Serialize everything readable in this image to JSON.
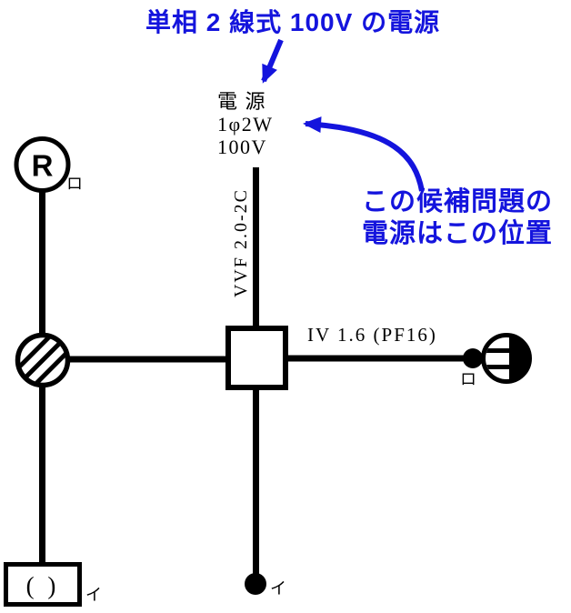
{
  "colors": {
    "blue": "#1414dd",
    "black": "#000000"
  },
  "annotations": {
    "top": "単相 2 線式 100V の電源",
    "side1": "この候補問題の",
    "side2": "電源はこの位置"
  },
  "power_source": {
    "title": "電 源",
    "spec": "1φ2W",
    "voltage": "100V"
  },
  "wiring": {
    "supply_cable": "VVF 2.0-2C",
    "conduit_run": "IV 1.6 (PF16)"
  },
  "devices": {
    "lamp_receptacle": {
      "letter": "R",
      "circuit": "ロ"
    },
    "ceiling_rose": {
      "glyph": "( )",
      "circuit": "イ"
    },
    "switch_bottom": {
      "circuit": "イ"
    },
    "switch_right": {
      "circuit": "ロ"
    }
  },
  "icons": {
    "joint_box": "vvf-joint-box-hatched-circle",
    "outlet_box": "outlet-box-square",
    "wall_outlet": "wall-outlet-half-filled-circle",
    "switch": "switch-filled-dot",
    "annotation_arrows": "blue-arrow"
  }
}
